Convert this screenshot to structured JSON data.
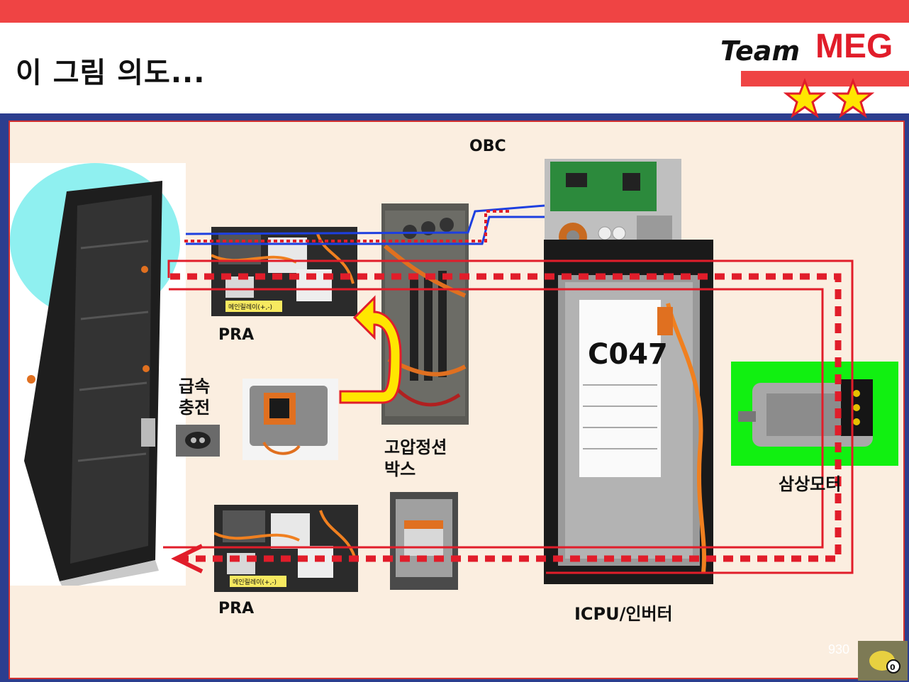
{
  "header": {
    "title": "이 그림 의도...",
    "logo_team": "Team",
    "logo_meg": "MEG"
  },
  "labels": {
    "obc": "OBC",
    "pra_top": "PRA",
    "pra_bottom": "PRA",
    "fast_charge_line1": "급속",
    "fast_charge_line2": "충전",
    "hv_junction_line1": "고압정션",
    "hv_junction_line2": "박스",
    "icpu": "ICPU/인버터",
    "motor": "삼상모터",
    "relay_tag": "메인릴레이(+,-)",
    "inverter_code": "C047"
  },
  "footer": {
    "slide_number": "930"
  },
  "colors": {
    "red": "#e11d2a",
    "blue": "#1d3fe0",
    "yellow": "#ffe600",
    "green": "#11f011",
    "frame": "#2c3e8f",
    "bg": "#fbeee0"
  },
  "icons": [
    "star-icon",
    "star-icon",
    "yellow-arrow-icon",
    "red-arrow-icon"
  ]
}
